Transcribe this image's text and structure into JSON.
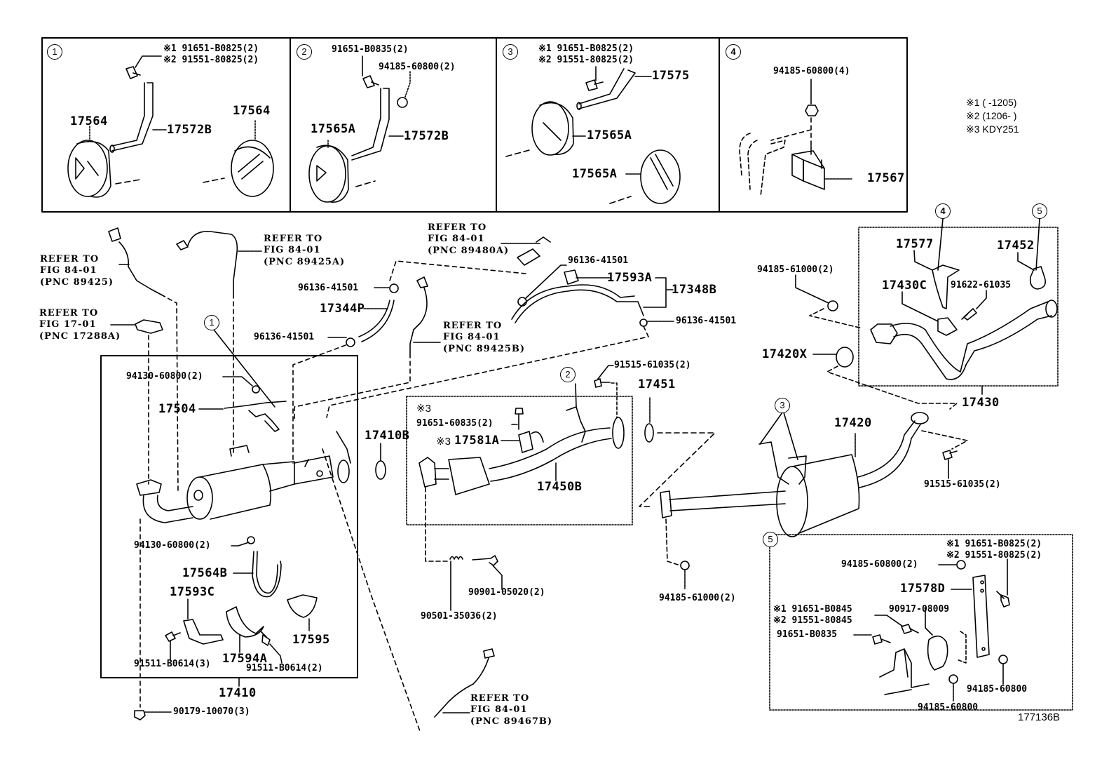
{
  "figure_id": "177136B",
  "notes": [
    {
      "mark": "※1",
      "text": "(     -1205)"
    },
    {
      "mark": "※2",
      "text": "(1206-     )"
    },
    {
      "mark": "※3",
      "text": "KDY251"
    }
  ],
  "insets": {
    "inset1": {
      "number": "1",
      "bolt_note1": "※1 91651-B0825(2)",
      "bolt_note2": "※2 91551-80825(2)",
      "hanger_left": "17564",
      "hanger_right": "17564",
      "bracket": "17572B"
    },
    "inset2": {
      "number": "2",
      "bolt": "91651-B0835(2)",
      "nut": "94185-60800(2)",
      "hanger": "17565A",
      "bracket": "17572B"
    },
    "inset3": {
      "number": "3",
      "bolt_note1": "※1 91651-B0825(2)",
      "bolt_note2": "※2 91551-80825(2)",
      "bracket": "17575",
      "hanger_upper": "17565A",
      "hanger_lower": "17565A"
    },
    "inset4": {
      "number": "4",
      "nut": "94185-60800(4)",
      "mount": "17567"
    },
    "inset5": {
      "number": "5",
      "bolt_note1": "※1 91651-B0825(2)",
      "bolt_note2": "※2 91551-80825(2)",
      "nut_top": "94185-60800(2)",
      "bracket": "17578D",
      "bolt2_note1": "※1 91651-B0845",
      "bolt2_note2": "※2 91551-80845",
      "cushion": "90917-08009",
      "bolt3": "91651-B0835",
      "nut_right": "94185-60800",
      "nut_bottom": "94185-60800"
    }
  },
  "references": {
    "ref_89425": {
      "line1": "REFER TO",
      "line2": "FIG 84-01",
      "line3": "(PNC 89425)"
    },
    "ref_17288a": {
      "line1": "REFER TO",
      "line2": "FIG 17-01",
      "line3": "(PNC 17288A)"
    },
    "ref_89425a": {
      "line1": "REFER TO",
      "line2": "FIG 84-01",
      "line3": "(PNC 89425A)"
    },
    "ref_89480a": {
      "line1": "REFER TO",
      "line2": "FIG 84-01",
      "line3": "(PNC 89480A)"
    },
    "ref_89425b": {
      "line1": "REFER TO",
      "line2": "FIG 84-01",
      "line3": "(PNC 89425B)"
    },
    "ref_89467b": {
      "line1": "REFER TO",
      "line2": "FIG 84-01",
      "line3": "(PNC 89467B)"
    }
  },
  "parts": {
    "clip_upper": "96136-41501",
    "hose_17344p": "17344P",
    "clip_lower": "96136-41501",
    "clip_right_top": "96136-41501",
    "tube_17593a": "17593A",
    "hose_17348b": "17348B",
    "clip_right": "96136-41501",
    "nut_94130_top": "94130-60800(2)",
    "bracket_17504": "17504",
    "nut_94130_bottom": "94130-60800(2)",
    "band_17564b": "17564B",
    "insulator_17593c": "17593C",
    "insulator_17595": "17595",
    "insulator_17594a": "17594A",
    "bolt_91511_3": "91511-B0614(3)",
    "bolt_91511_2": "91511-B0614(2)",
    "converter_17410": "17410",
    "nut_90179": "90179-10070(3)",
    "gasket_17410b": "17410B",
    "note_kdy": "※3",
    "bolt_91651_60835": "91651-60835(2)",
    "bracket_17581a_mark": "※3",
    "bracket_17581a": "17581A",
    "pipe_17450b": "17450B",
    "bolt_91515_top": "91515-61035(2)",
    "gasket_17451": "17451",
    "spring_90501": "90501-35036(2)",
    "bolt_90901": "90901-05020(2)",
    "nut_94185_61000_bottom": "94185-61000(2)",
    "nut_94185_61000_top": "94185-61000(2)",
    "gasket_17420x": "17420X",
    "muffler_17420": "17420",
    "bolt_91515_right": "91515-61035(2)",
    "tailpipe_17430": "17430",
    "bracket_17577": "17577",
    "clamp_17452": "17452",
    "insulator_17430c": "17430C",
    "bolt_91622": "91622-61035"
  },
  "callouts": {
    "c1": "1",
    "c2": "2",
    "c3": "3",
    "c4": "4",
    "c5": "5"
  }
}
